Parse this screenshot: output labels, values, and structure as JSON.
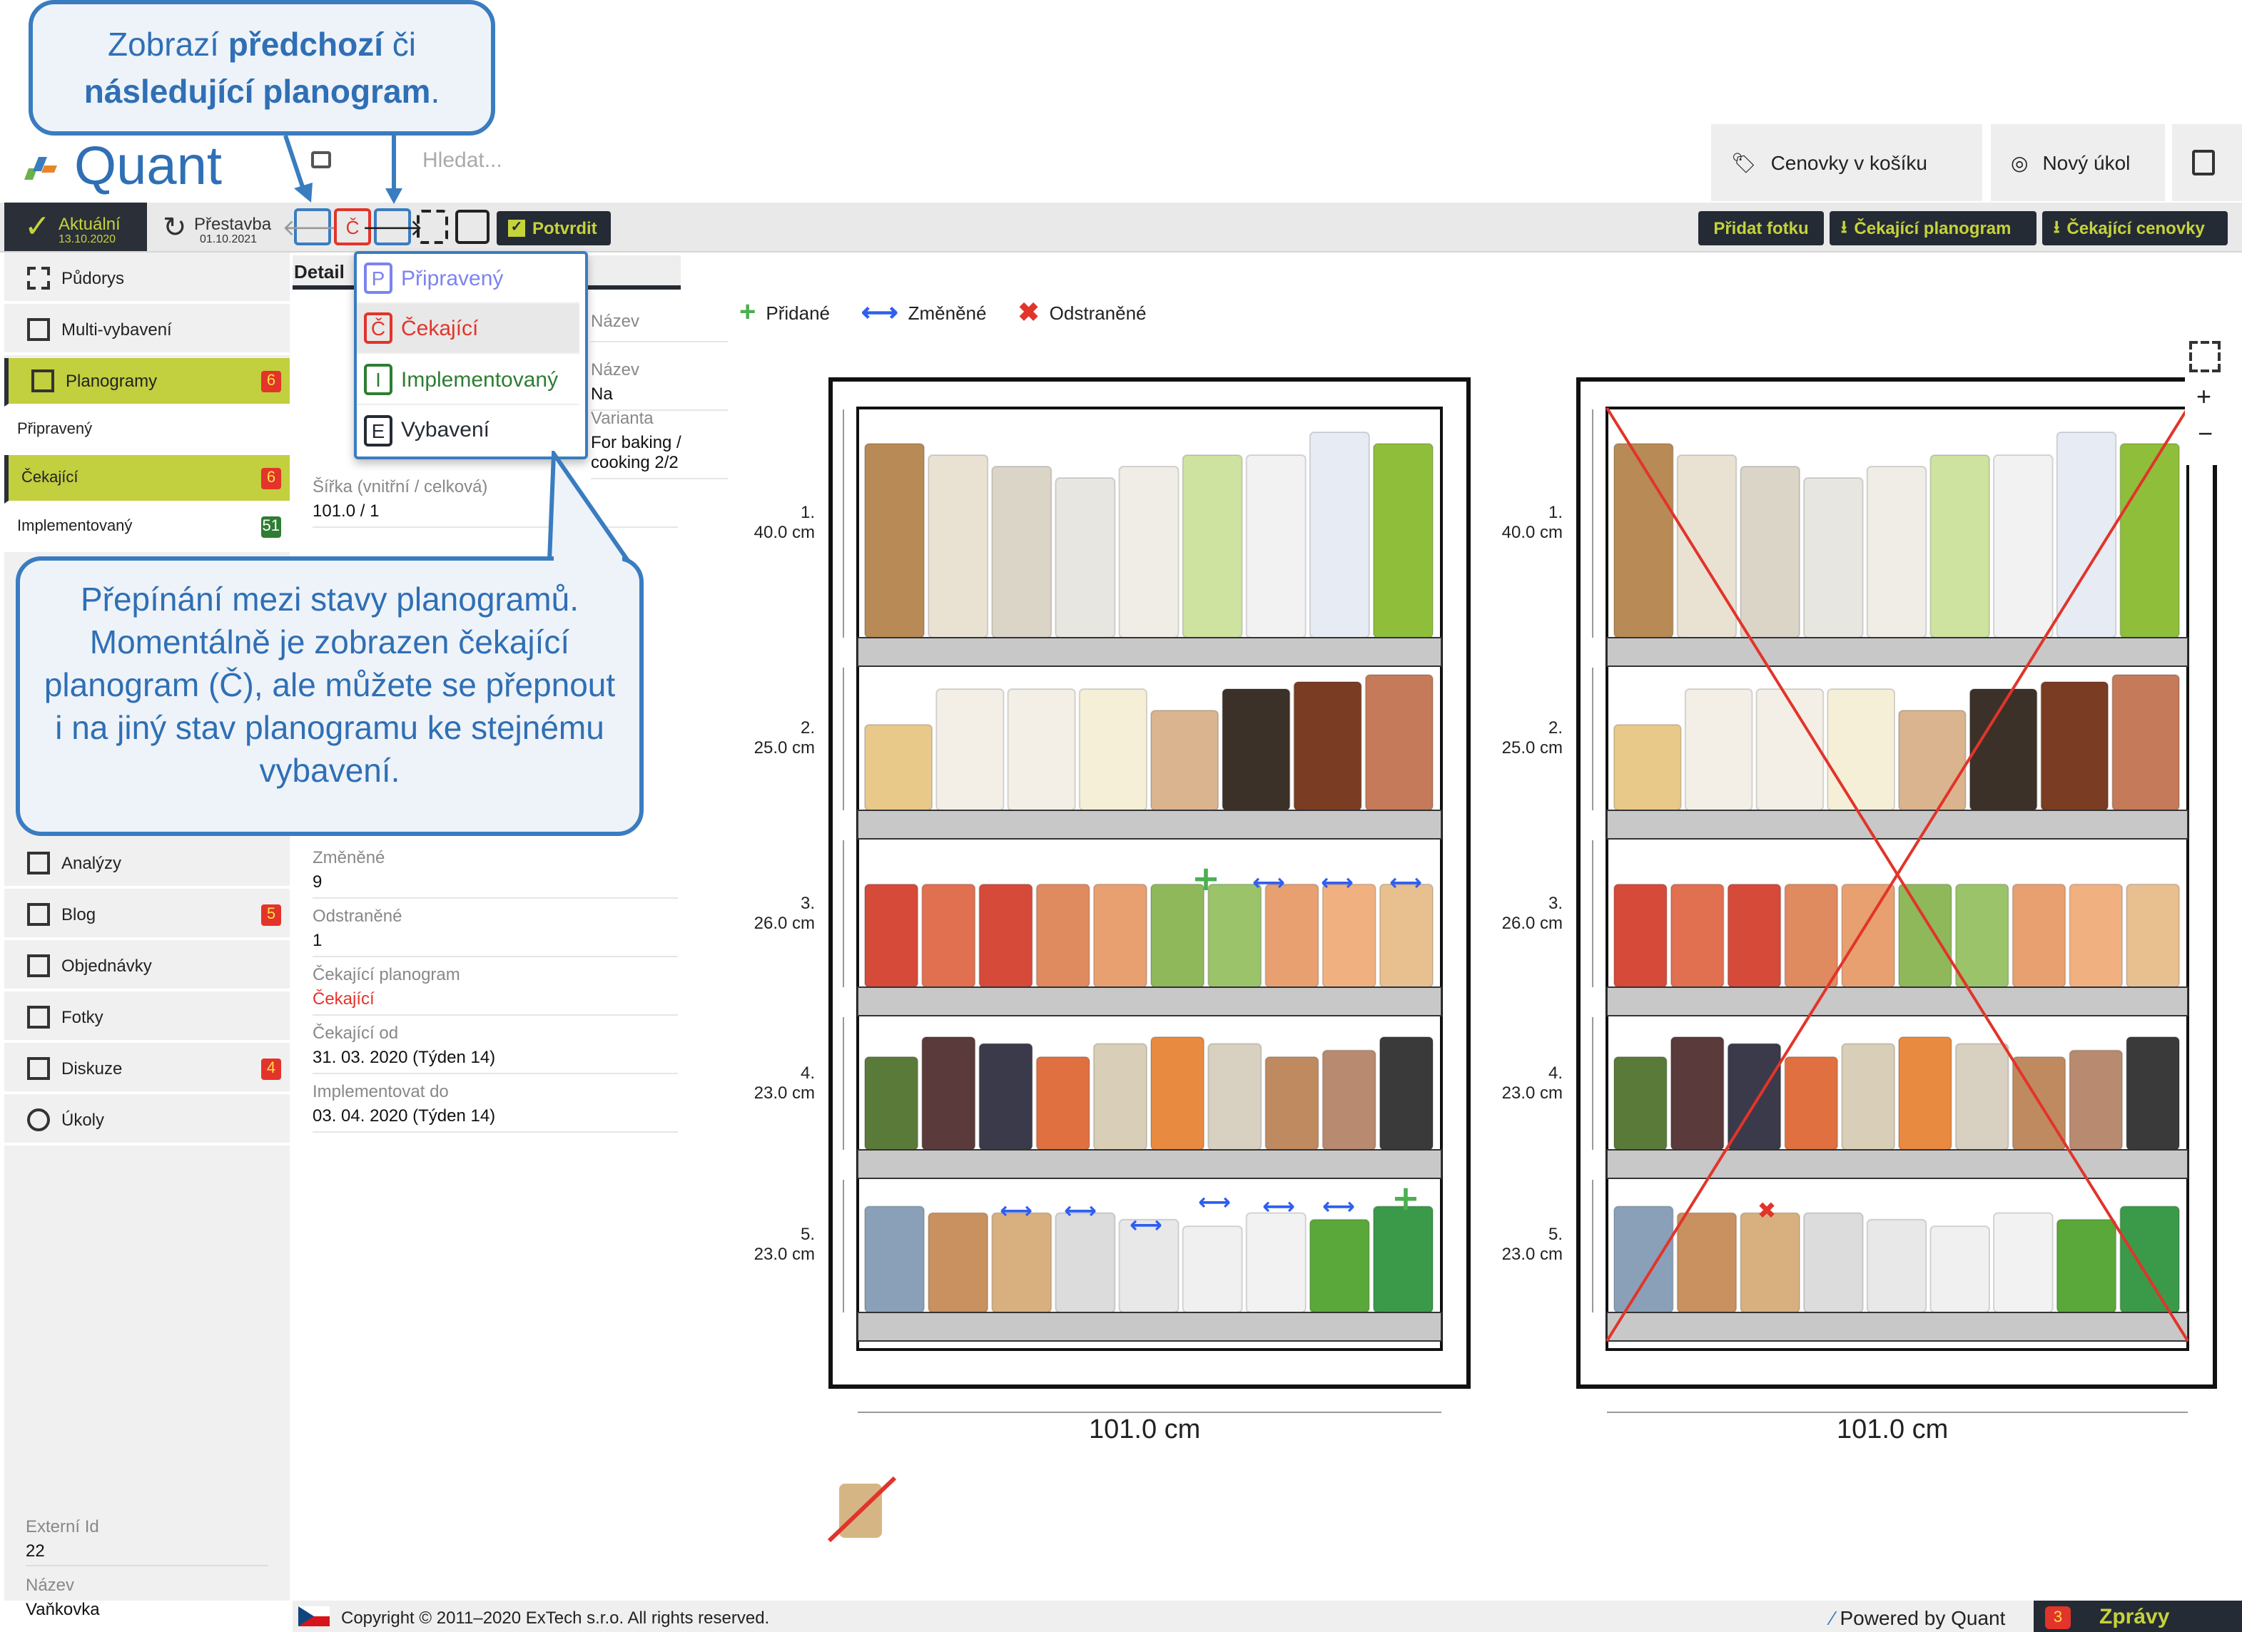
{
  "header": {
    "logo": "Quant",
    "search_placeholder": "Hledat...",
    "buttons": {
      "price_tags": "Cenovky v košíku",
      "new_task": "Nový úkol"
    }
  },
  "toolbar": {
    "current": {
      "label": "Aktuální",
      "date": "13.10.2020"
    },
    "rebuild": {
      "label": "Přestavba",
      "date": "01.10.2021"
    },
    "state_button": "Č",
    "confirm": "Potvrdit",
    "add_photo": "Přidat fotku",
    "pending_planogram": "Čekající planogram",
    "pending_price_tags": "Čekající cenovky"
  },
  "state_dropdown": [
    {
      "letter": "P",
      "label": "Připravený",
      "color": "#7b83f0"
    },
    {
      "letter": "Č",
      "label": "Čekající",
      "color": "#e2342a"
    },
    {
      "letter": "I",
      "label": "Implementovaný",
      "color": "#2e7d32"
    },
    {
      "letter": "E",
      "label": "Vybavení",
      "color": "#252b35"
    }
  ],
  "sidebar": {
    "items": [
      {
        "label": "Půdorys"
      },
      {
        "label": "Multi-vybavení"
      },
      {
        "label": "Planogramy",
        "badge": "6"
      },
      {
        "label": "Připravený"
      },
      {
        "label": "Čekající",
        "badge": "6"
      },
      {
        "label": "Implementovaný",
        "badge": "51"
      },
      {
        "label": "Analýzy"
      },
      {
        "label": "Blog",
        "badge": "5"
      },
      {
        "label": "Objednávky"
      },
      {
        "label": "Fotky"
      },
      {
        "label": "Diskuze",
        "badge": "4"
      },
      {
        "label": "Úkoly"
      }
    ],
    "bottom": [
      {
        "label": "Externí Id",
        "value": "22"
      },
      {
        "label": "Název",
        "value": "Vaňkovka"
      }
    ]
  },
  "details": {
    "tab": "Detail",
    "fields": [
      {
        "label": "Název",
        "value": ""
      },
      {
        "label": "Název",
        "value": "Na"
      },
      {
        "label": "Varianta",
        "value": "For baking / cooking 2/2"
      },
      {
        "label": "Šířka (vnitřní / celková)",
        "value": "101.0 / 1"
      },
      {
        "label": "Změněné",
        "value": "9"
      },
      {
        "label": "Odstraněné",
        "value": "1"
      },
      {
        "label": "Čekající planogram",
        "value": "Čekající"
      },
      {
        "label": "Čekající od",
        "value": "31. 03. 2020 (Týden 14)"
      },
      {
        "label": "Implementovat do",
        "value": "03. 04. 2020 (Týden 14)"
      }
    ]
  },
  "legend": {
    "added": "Přidané",
    "changed": "Změněné",
    "removed": "Odstraněné"
  },
  "shelves": [
    {
      "num": "1.",
      "height": "40.0 cm"
    },
    {
      "num": "2.",
      "height": "25.0 cm"
    },
    {
      "num": "3.",
      "height": "26.0 cm"
    },
    {
      "num": "4.",
      "height": "23.0 cm"
    },
    {
      "num": "5.",
      "height": "23.0 cm"
    }
  ],
  "unit_width": "101.0 cm",
  "callouts": {
    "nav": {
      "pre": "Zobrazí ",
      "b1": "předchozí",
      "mid": " či ",
      "b2": "následující planogram",
      "post": "."
    },
    "states": "Přepínání mezi stavy planogramů. Momentálně je zobrazen čekající planogram (Č), ale můžete se přepnout i na jiný stav planogramu ke stejnému vybavení."
  },
  "footer": {
    "copyright": "Copyright © 2011–2020 ExTech s.r.o. All rights reserved.",
    "powered": "Powered by Quant",
    "messages": "Zprávy",
    "messages_badge": "3"
  },
  "colors": {
    "accent": "#c2cf3e",
    "dark": "#252b35",
    "blue": "#3a7cc0",
    "red": "#e2342a",
    "green": "#2e7d32"
  }
}
